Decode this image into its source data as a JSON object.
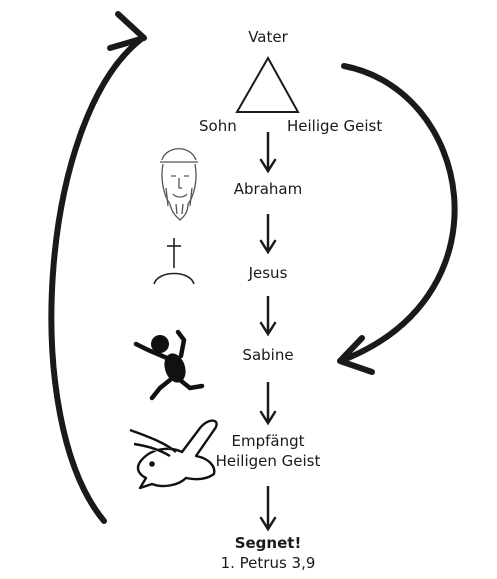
{
  "trinity": {
    "top": "Vater",
    "left": "Sohn",
    "right": "Heilige Geist"
  },
  "chain": [
    {
      "label": "Abraham",
      "icon": "bearded-man-icon"
    },
    {
      "label": "Jesus",
      "icon": "cross-grave-icon"
    },
    {
      "label": "Sabine",
      "icon": "running-person-icon"
    },
    {
      "label_line1": "Empfängt",
      "label_line2": "Heiligen Geist",
      "icon": "dove-icon"
    }
  ],
  "conclusion": {
    "line1": "Segnet!",
    "line2": "1. Petrus 3,9"
  },
  "colors": {
    "ink": "#1a1a1a",
    "background": "#ffffff"
  }
}
